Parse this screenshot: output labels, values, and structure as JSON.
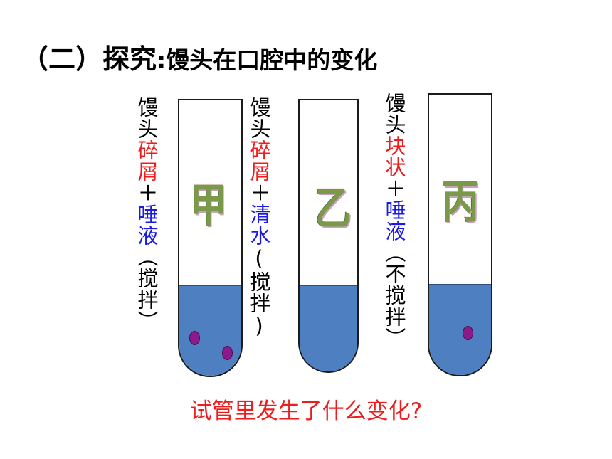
{
  "title": {
    "main": "（二）探究",
    "sub": ":馒头在口腔中的变化"
  },
  "tubes": [
    {
      "label_black1": "馒头",
      "label_red": "碎屑",
      "label_black2": "＋",
      "label_blue": "唾液",
      "label_paren": "（搅拌）",
      "glyph": "甲",
      "dots": 2
    },
    {
      "label_black1": "馒头",
      "label_red": "碎屑",
      "label_black2": "＋",
      "label_blue": "清水",
      "label_paren": "(搅拌)",
      "glyph": "乙",
      "dots": 0
    },
    {
      "label_black1": "馒头",
      "label_red": "块状",
      "label_black2": "＋",
      "label_blue": "唾液",
      "label_paren": "（不搅拌）",
      "glyph": "丙",
      "dots": 1
    }
  ],
  "question": "试管里发生了什么变化?",
  "colors": {
    "liquid": "#4e7fc0",
    "dot": "#8b1a8b",
    "red_text": "#ee1c1c",
    "blue_text": "#1a1ae0"
  }
}
